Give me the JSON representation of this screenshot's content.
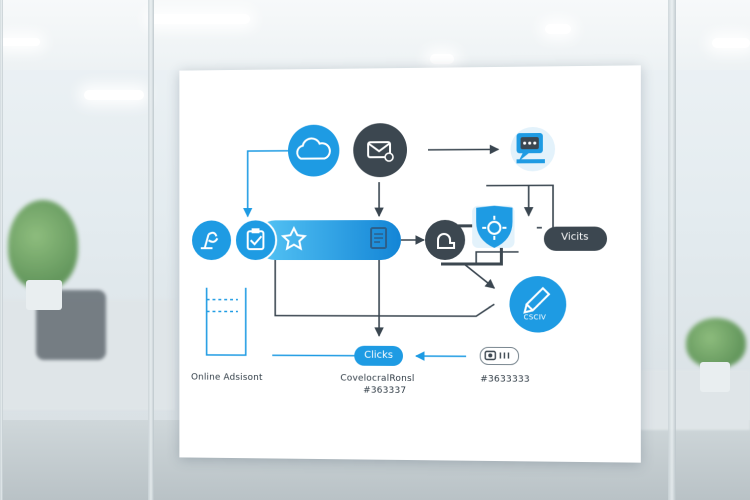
{
  "scene": {
    "description_kind": "office glass wall with whiteboard flowchart",
    "colors": {
      "accent_blue": "#1e9be3",
      "accent_light": "#4fc1f2",
      "dark_slate": "#3c4750",
      "line": "#3a4650"
    }
  },
  "diagram": {
    "nodes": {
      "cloud": {
        "icon": "cloud-icon"
      },
      "mail": {
        "icon": "mail-icon"
      },
      "chat": {
        "icon": "chat-icon"
      },
      "link": {
        "icon": "link-icon"
      },
      "clipboard": {
        "icon": "clipboard-icon"
      },
      "star": {
        "icon": "star-icon"
      },
      "document": {
        "icon": "document-icon"
      },
      "user": {
        "icon": "user-icon"
      },
      "shield": {
        "icon": "shield-icon"
      },
      "pencil": {
        "icon": "pencil-icon"
      },
      "camera": {
        "icon": "camera-icon"
      }
    },
    "labels": {
      "visits": "Vicits",
      "clicks": "Clicks",
      "online_assistant": "Online Adsisont",
      "conversational_title": "CovelocralRonsl",
      "conversational_code": "#363337",
      "right_code": "#3633333",
      "pencil_caption": "CSCIV"
    }
  }
}
